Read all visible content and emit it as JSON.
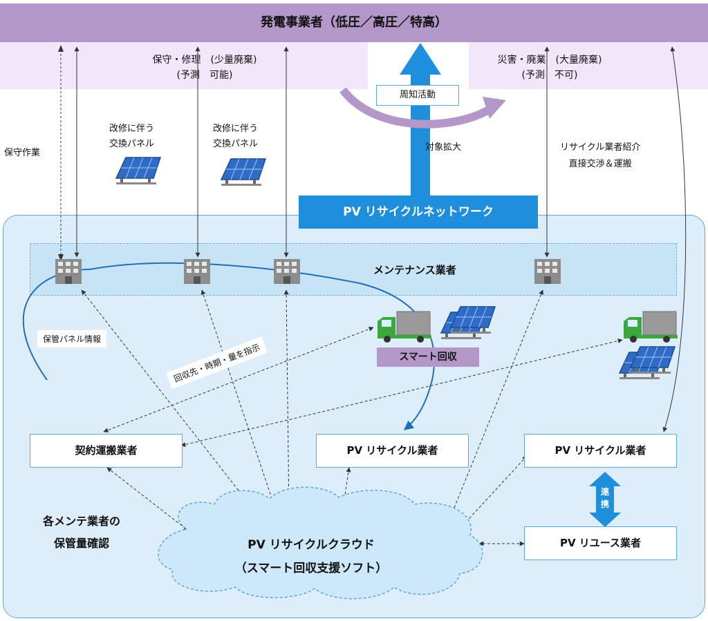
{
  "header": {
    "title": "発電事業者（低圧／高圧／特高）"
  },
  "bands": {
    "left": {
      "line1": "保守・修理　(少量廃棄)",
      "line2": "(予測　可能)"
    },
    "right": {
      "line1": "災害・廃業　(大量廃棄)",
      "line2": "(予測　不可)"
    }
  },
  "labels": {
    "maintenance_work": "保守作業",
    "replacement_1": [
      "改修に伴う",
      "交換パネル"
    ],
    "replacement_2": [
      "改修に伴う",
      "交換パネル"
    ],
    "notice_activity": "周知活動",
    "target_expansion": "対象拡大",
    "recycler_intro": [
      "リサイクル業者紹介",
      "直接交渉＆運搬"
    ],
    "stored_panel_info": "保管パネル情報",
    "collection_instruction": "回収先・時期・量を指示",
    "each_check": [
      "各メンテ業者の",
      "保管量確認"
    ]
  },
  "network": {
    "label": "PV リサイクルネットワーク"
  },
  "maintenance": {
    "label": "メンテナンス業者"
  },
  "smart_collection": {
    "label": "スマート回収"
  },
  "boxes": {
    "contract_transport": "契約運搬業者",
    "pv_recycler_center": "PV リサイクル業者",
    "pv_recycler_right": "PV リサイクル業者",
    "pv_reuse": "PV リユース業者",
    "cooperation": [
      "連",
      "携"
    ]
  },
  "cloud": {
    "line1": "PV リサイクルクラウド",
    "line2": "（スマート回収支援ソフト）"
  },
  "colors": {
    "purple": "#b397c8",
    "light_purple": "#f2e6fa",
    "blue": "#1f8fdc",
    "light_blue": "#ddeefa",
    "cloud": "#cde8fa"
  }
}
